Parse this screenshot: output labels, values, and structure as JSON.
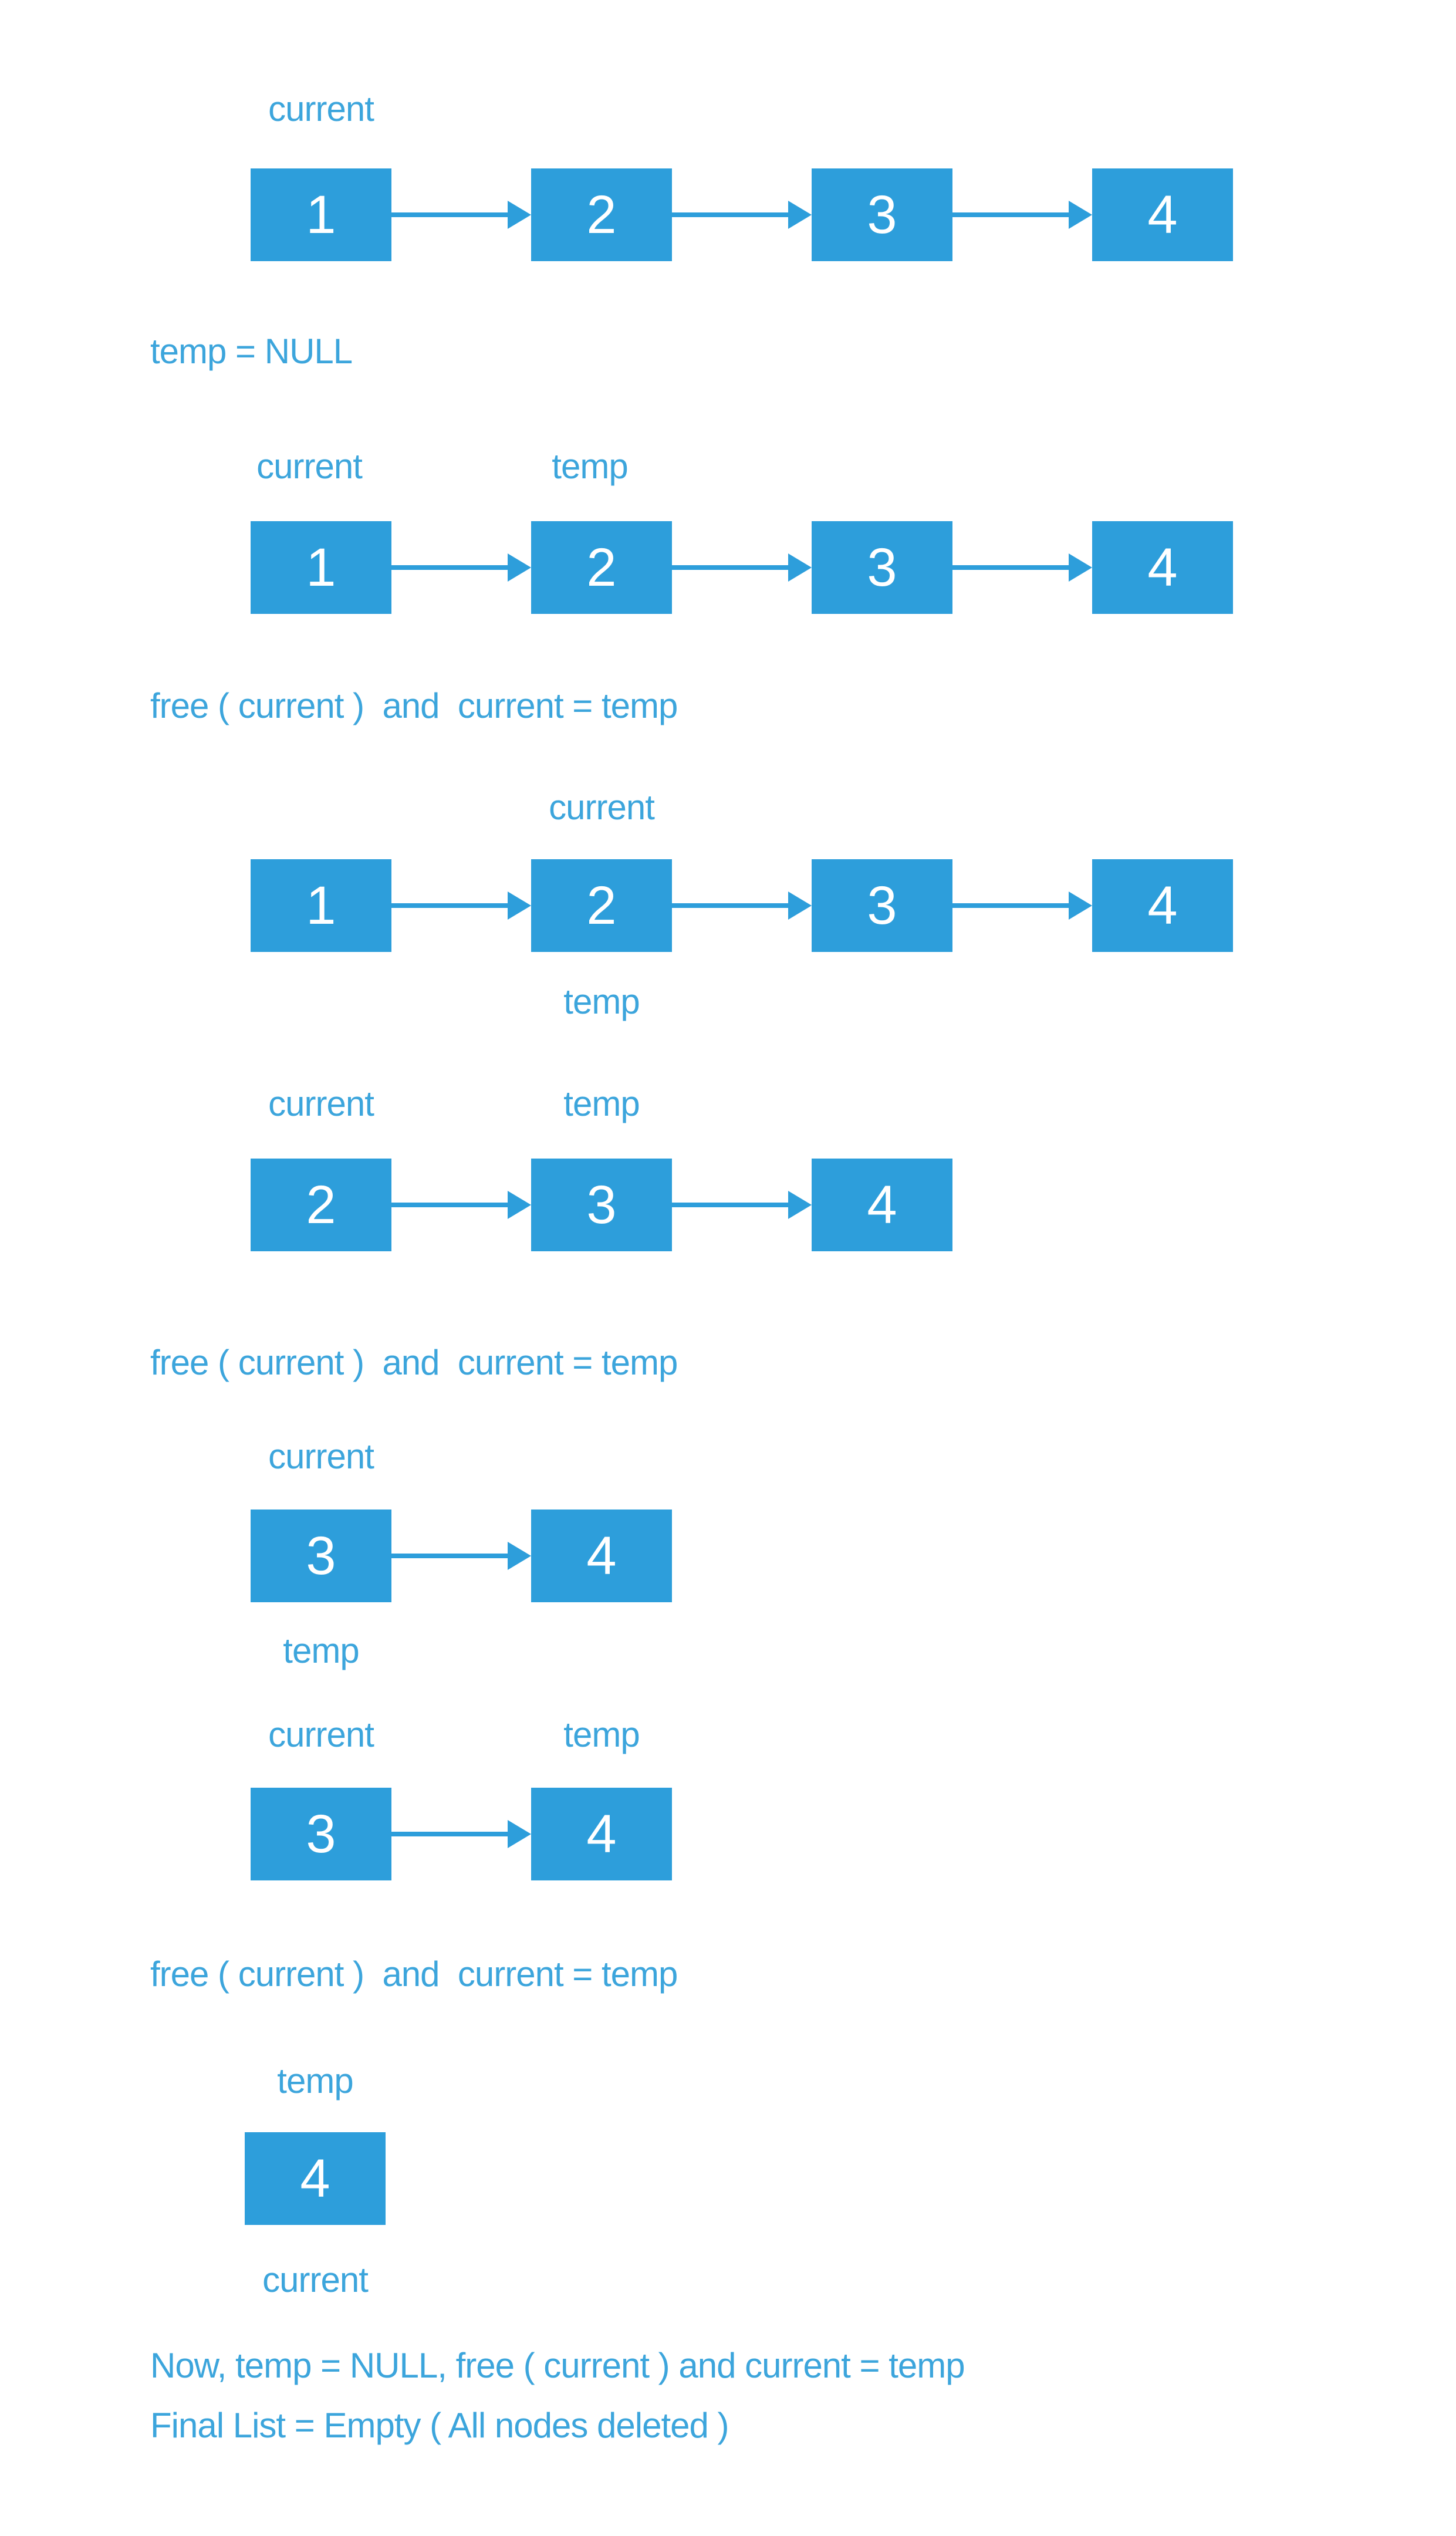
{
  "palette": {
    "node_blue": "#2D9EDB",
    "text_blue": "#3CA5DC",
    "node_text": "#FFFFFF",
    "background": "#FFFFFF"
  },
  "statements": {
    "s1": "temp = NULL",
    "s2": "free ( current )  and  current = temp",
    "s3": "free ( current )  and  current = temp",
    "s4": "free ( current )  and  current = temp",
    "final1": "Now, temp = NULL, free ( current ) and current = temp",
    "final2": "Final List = Empty ( All nodes deleted )"
  },
  "steps": [
    {
      "nodes": [
        "1",
        "2",
        "3",
        "4"
      ],
      "above": [
        "current",
        "",
        "",
        ""
      ],
      "below": [
        "",
        "",
        "",
        ""
      ]
    },
    {
      "nodes": [
        "1",
        "2",
        "3",
        "4"
      ],
      "above": [
        "current",
        "temp",
        "",
        ""
      ],
      "below": [
        "",
        "",
        "",
        ""
      ]
    },
    {
      "nodes": [
        "1",
        "2",
        "3",
        "4"
      ],
      "above": [
        "",
        "current",
        "",
        ""
      ],
      "below": [
        "",
        "temp",
        "",
        ""
      ]
    },
    {
      "nodes": [
        "2",
        "3",
        "4"
      ],
      "above": [
        "current",
        "temp",
        ""
      ],
      "below": [
        "",
        "",
        ""
      ]
    },
    {
      "nodes": [
        "3",
        "4"
      ],
      "above": [
        "current",
        ""
      ],
      "below": [
        "temp",
        ""
      ]
    },
    {
      "nodes": [
        "3",
        "4"
      ],
      "above": [
        "current",
        "temp"
      ],
      "below": [
        "",
        ""
      ]
    },
    {
      "nodes": [
        "4"
      ],
      "above": [
        "temp"
      ],
      "below": [
        "current"
      ]
    }
  ]
}
